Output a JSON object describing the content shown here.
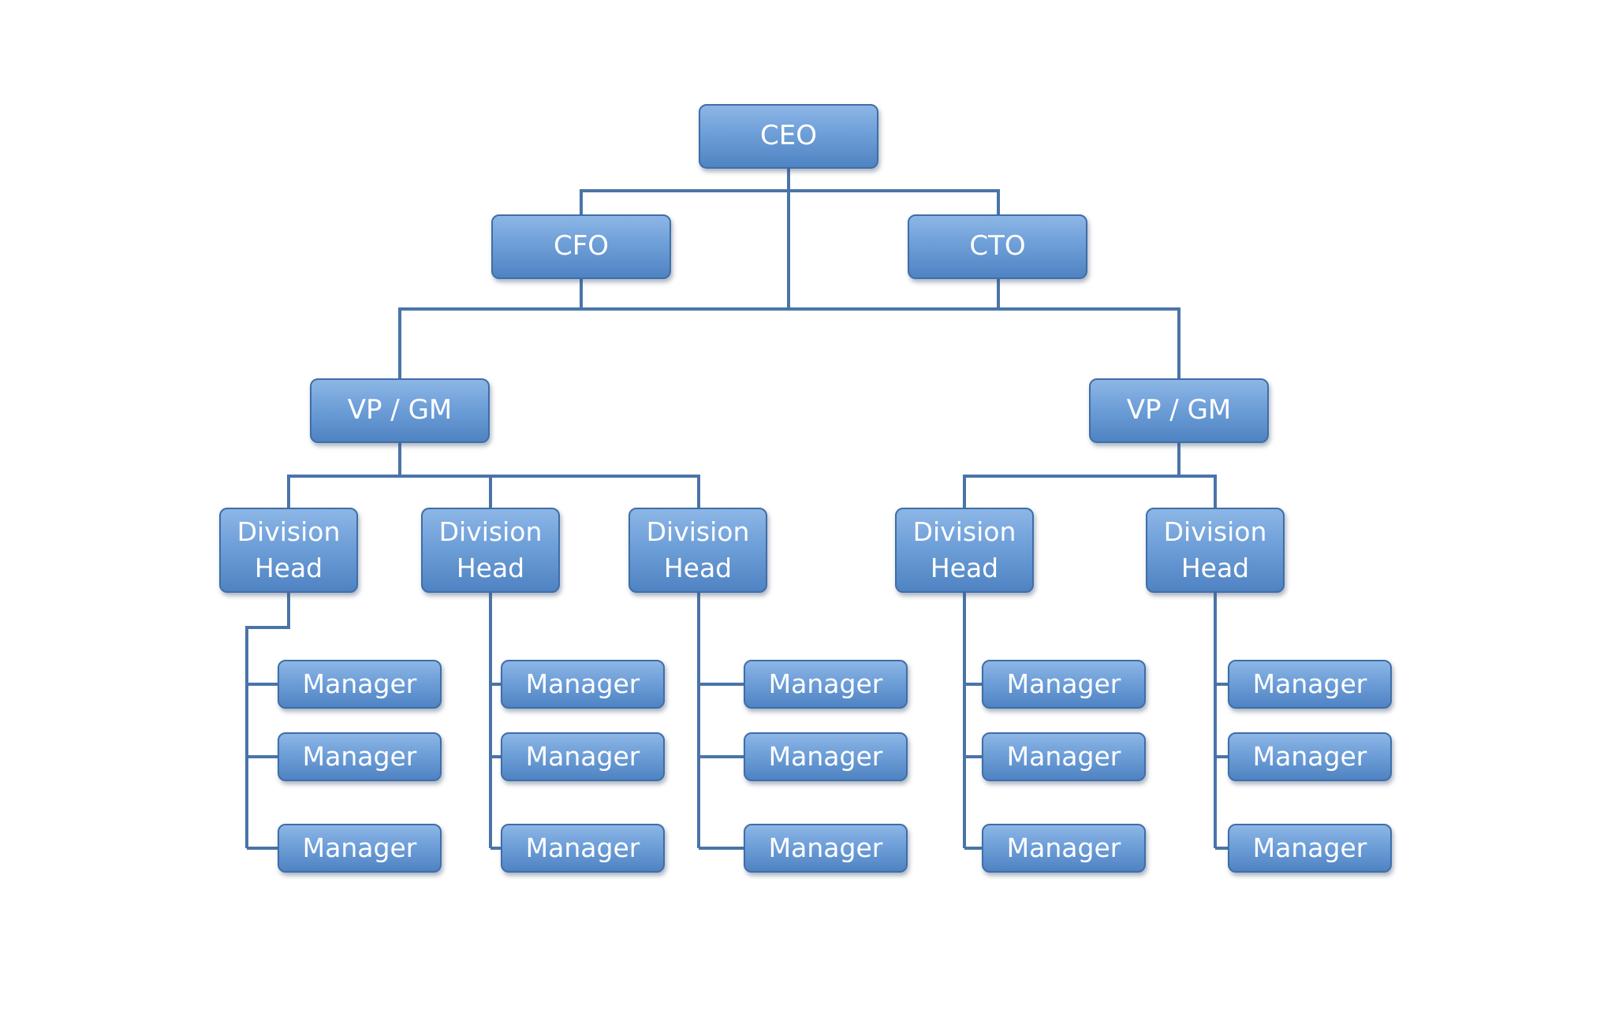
{
  "org_chart": {
    "ceo": {
      "label": "CEO"
    },
    "cfo": {
      "label": "CFO"
    },
    "cto": {
      "label": "CTO"
    },
    "vps": [
      {
        "label": "VP / GM"
      },
      {
        "label": "VP / GM"
      }
    ],
    "division_heads": [
      {
        "label": "Division\nHead",
        "managers": [
          "Manager",
          "Manager",
          "Manager"
        ]
      },
      {
        "label": "Division\nHead",
        "managers": [
          "Manager",
          "Manager",
          "Manager"
        ]
      },
      {
        "label": "Division\nHead",
        "managers": [
          "Manager",
          "Manager",
          "Manager"
        ]
      },
      {
        "label": "Division\nHead",
        "managers": [
          "Manager",
          "Manager",
          "Manager"
        ]
      },
      {
        "label": "Division\nHead",
        "managers": [
          "Manager",
          "Manager",
          "Manager"
        ]
      }
    ]
  },
  "colors": {
    "box_top": "#8db6e6",
    "box_bottom": "#4f83c2",
    "border": "#3f6ea8",
    "line": "#4a74a8",
    "text": "#ffffff"
  }
}
